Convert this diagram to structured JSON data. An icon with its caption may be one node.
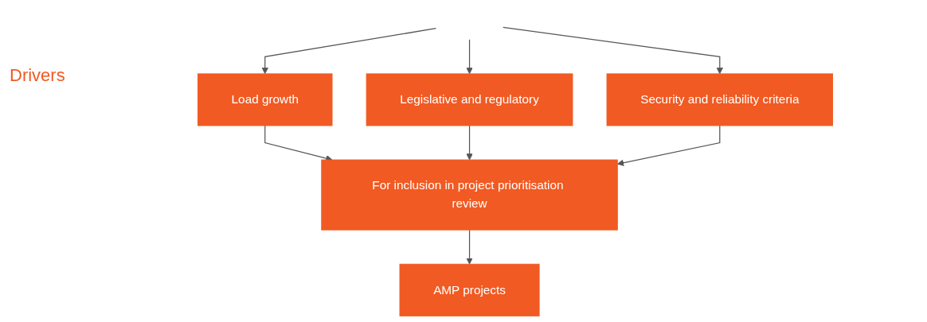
{
  "diagram": {
    "nodes": [
      {
        "text": [
          "Load growth"
        ]
      },
      {
        "text": [
          "Legislative and regulatory"
        ]
      },
      {
        "text": [
          "Security and reliability criteria"
        ]
      },
      {
        "text": [
          "For inclusion in project prioritisation review"
        ]
      },
      {
        "text": [
          "AMP projects"
        ]
      }
    ],
    "edges": [
      {
        "from": null,
        "to": 0,
        "arrow": "to"
      },
      {
        "from": null,
        "to": 1,
        "arrow": "to"
      },
      {
        "from": null,
        "to": 2,
        "arrow": "to"
      },
      {
        "from": 0,
        "to": 3,
        "arrow": "to"
      },
      {
        "from": 1,
        "to": 3,
        "arrow": "to"
      },
      {
        "from": 2,
        "to": 3,
        "arrow": "to"
      },
      {
        "from": 3,
        "to": 4,
        "arrow": "to"
      }
    ],
    "labels": [
      "Drivers"
    ]
  }
}
